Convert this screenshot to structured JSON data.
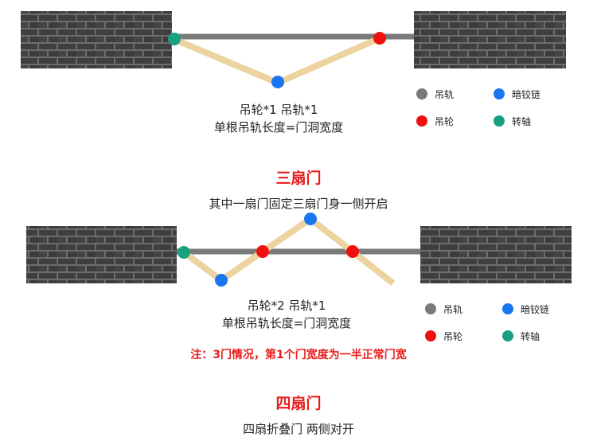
{
  "colors": {
    "rail": "#7a7a7a",
    "hidden_hinge": "#1976f0",
    "pulley": "#f01010",
    "pivot": "#19a07e",
    "door_panel": "#ecd3a0",
    "wall": "#555555"
  },
  "legend": {
    "rail": "吊轨",
    "hidden_hinge": "暗铰链",
    "pulley": "吊轮",
    "pivot": "转轴"
  },
  "section1": {
    "caption_line1": "吊轮*1 吊轨*1",
    "caption_line2": "单根吊轨长度=门洞宽度"
  },
  "section2": {
    "title": "三扇门",
    "subtitle": "其中一扇门固定三扇门身一侧开启",
    "caption_line1": "吊轮*2 吊轨*1",
    "caption_line2": "单根吊轨长度=门洞宽度",
    "note": "注：3门情况，第1个门宽度为一半正常门宽"
  },
  "section3": {
    "title": "四扇门",
    "subtitle": "四扇折叠门 两侧对开"
  }
}
